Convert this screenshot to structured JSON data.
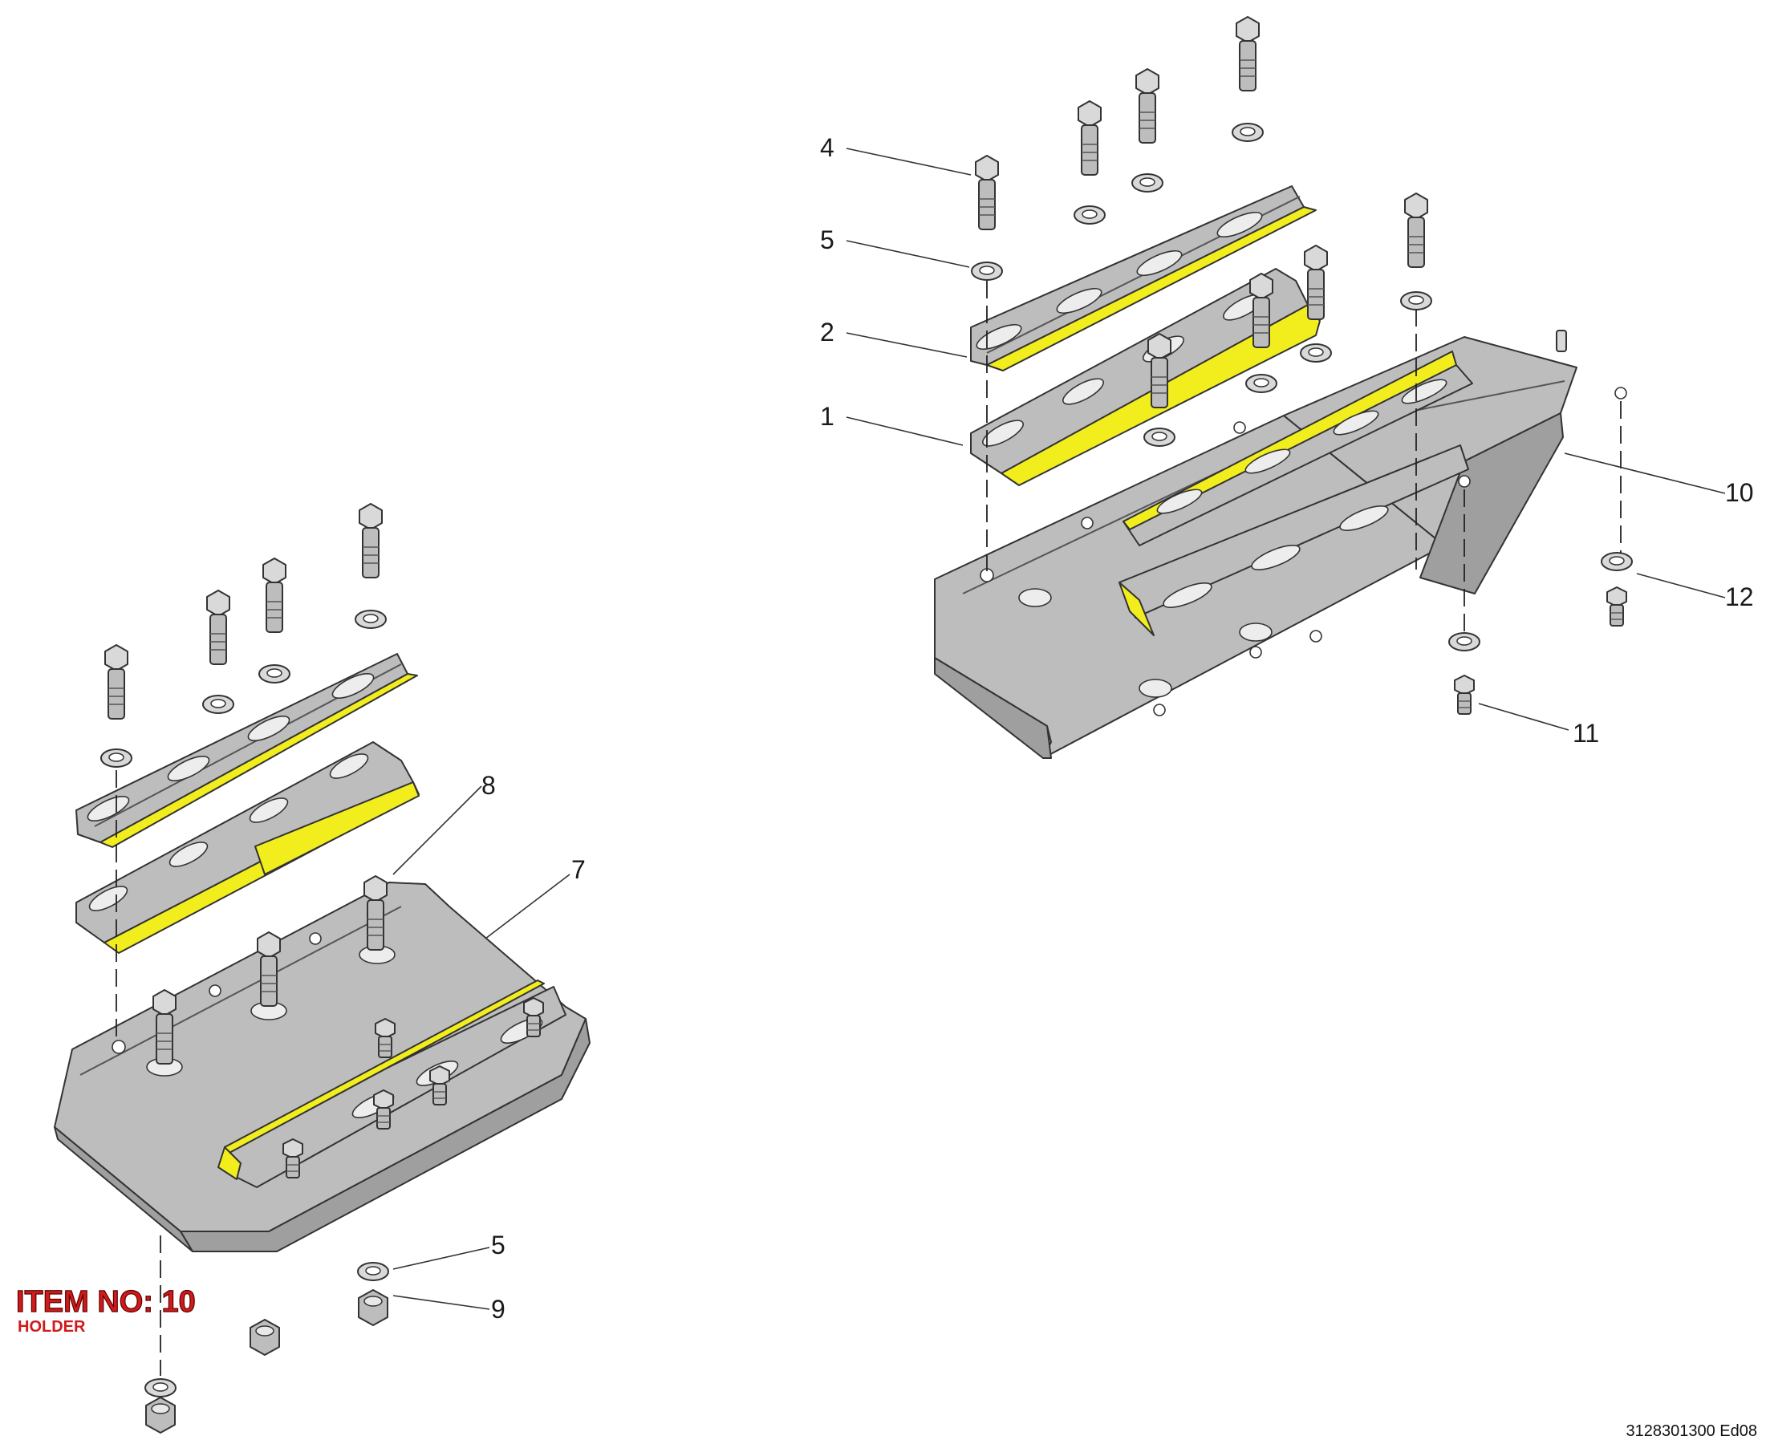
{
  "callouts": {
    "c1": "1",
    "c2": "2",
    "c4": "4",
    "c5a": "5",
    "c10": "10",
    "c11": "11",
    "c12": "12",
    "c8": "8",
    "c7": "7",
    "c5b": "5",
    "c9": "9"
  },
  "item_badge": {
    "title": "ITEM NO: 10",
    "subtitle": "HOLDER"
  },
  "document_code": "3128301300 Ed08",
  "colors": {
    "part_gray": "#bdbdbd",
    "wear_strip_yellow": "#f2ee1e",
    "item_red": "#d11a1a"
  }
}
